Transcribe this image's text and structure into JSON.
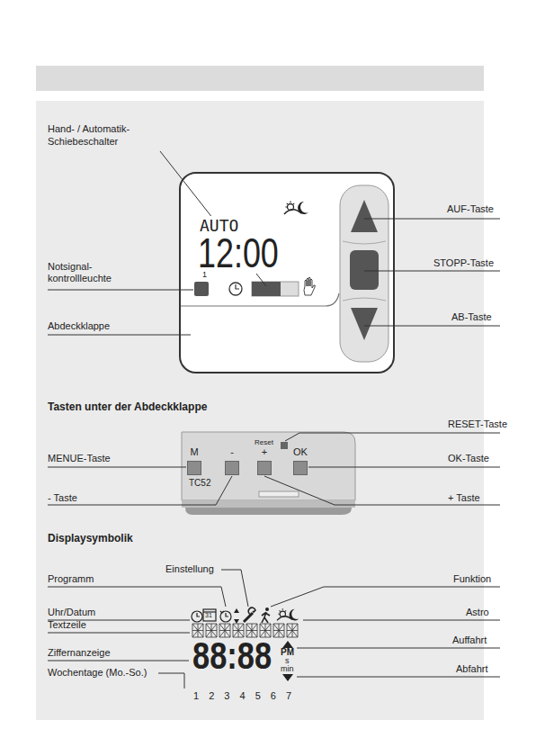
{
  "diagram": {
    "nodes": [
      {
        "text": [
          "M"
        ]
      },
      {
        "text": [
          "-"
        ]
      },
      {
        "text": [
          "+"
        ]
      },
      {
        "text": [
          "OK"
        ]
      }
    ],
    "labels": [
      "Hand- / Automatik- Schiebeschalter",
      "AUTO",
      "12:00",
      "AUF-Taste",
      "Notsignal- kontrollleuchte",
      "STOPP-Taste",
      "1",
      "Abdeckklappe",
      "AB-Taste",
      "Tasten unter der Abdeckklappe",
      "RESET-Taste",
      "Reset",
      "MENUE-Taste",
      "OK-Taste",
      "TC52",
      "- Taste",
      "+ Taste",
      "Displaysymbolik",
      "Einstellung",
      "Programm",
      "Funktion",
      "Uhr/Datum",
      "31",
      "Astro",
      "Textzeile",
      "Ziffernanzeige",
      "88:88",
      "PM",
      "Auffahrt",
      "s",
      "min",
      "Abfahrt",
      "Wochentage (Mo.-So.)",
      "1 2 3 4 5 6 7"
    ]
  }
}
